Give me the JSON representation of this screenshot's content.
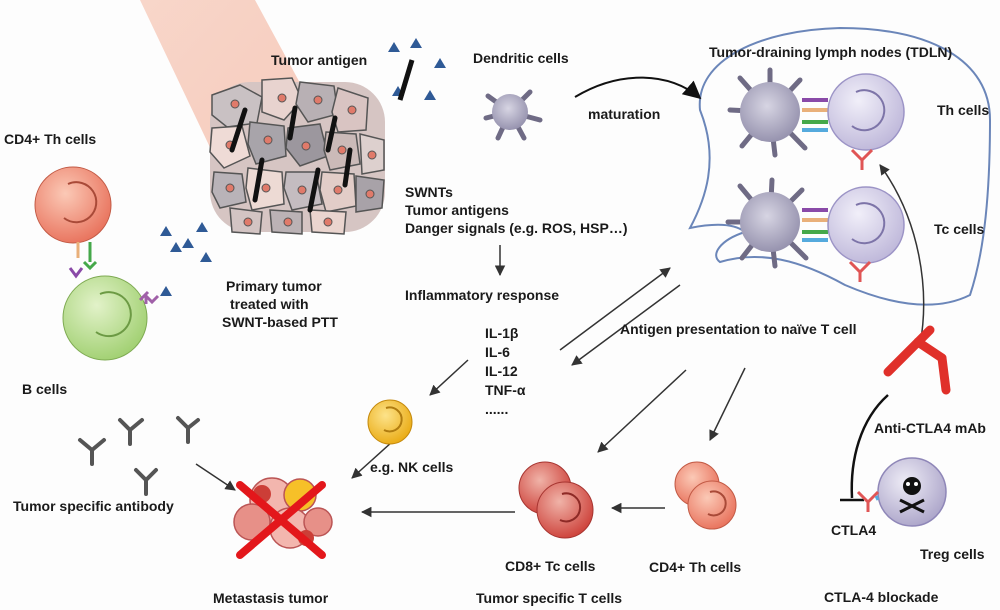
{
  "labels": {
    "tumor_antigen": "Tumor antigen",
    "dendritic_cells": "Dendritic cells",
    "tdln": "Tumor-draining lymph nodes (TDLN)",
    "cd4_th_cells_top": "CD4+ Th cells",
    "maturation": "maturation",
    "th_cells": "Th cells",
    "tc_cells": "Tc cells",
    "swnts_lines": [
      "SWNTs",
      "Tumor antigens",
      "Danger signals (e.g. ROS, HSP…)"
    ],
    "primary_tumor_lines": [
      "Primary tumor",
      "treated with",
      "SWNT-based PTT"
    ],
    "inflammatory_response": "Inflammatory response",
    "antigen_presentation": "Antigen presentation to naïve T cell",
    "cytokines": [
      "IL-1β",
      "IL-6",
      "IL-12",
      "TNF-α",
      "......"
    ],
    "b_cells": "B cells",
    "anti_ctla4": "Anti-CTLA4 mAb",
    "nk_cells": "e.g. NK cells",
    "tumor_specific_antibody": "Tumor specific antibody",
    "ctla4": "CTLA4",
    "treg_cells": "Treg cells",
    "cd8_tc_cells": "CD8+ Tc cells",
    "cd4_th_cells_bottom": "CD4+ Th cells",
    "metastasis_tumor": "Metastasis tumor",
    "tumor_specific_t_cells": "Tumor specific T cells",
    "ctla4_blockade": "CTLA-4 blockade"
  },
  "colors": {
    "th_cell": "#f08a72",
    "b_cell": "#b9dc8e",
    "dendritic": "#a9a6bf",
    "t_cell": "#d9d5ec",
    "antigen": "#2f5a96",
    "nk_cell": "#f6c028",
    "tc_red": "#d9534a",
    "antibody_red": "#e0302a",
    "cross": "#e3171b",
    "lymph_node_line": "#5f7fb5"
  }
}
